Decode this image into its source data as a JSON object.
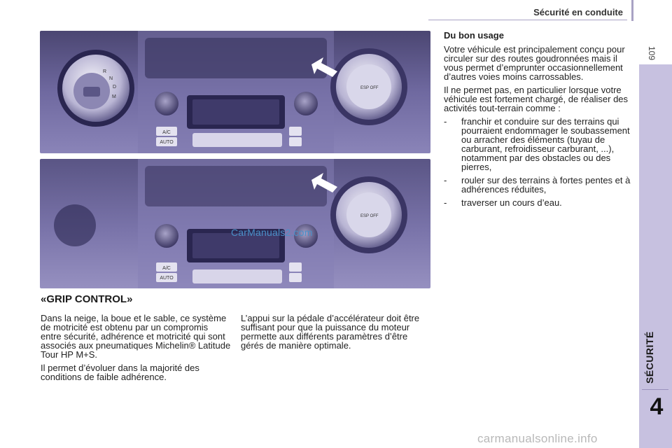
{
  "header": {
    "title": "Sécurité en conduite",
    "page_number": "109"
  },
  "sidebar": {
    "section_label": "SÉCURITÉ",
    "chapter_number": "4"
  },
  "section": {
    "title": "«GRIP CONTROL»"
  },
  "left_column": {
    "paragraphs": [
      "Dans la neige, la boue et le sable, ce système de motricité est obtenu par un compromis entre sécurité, adhérence et motricité qui sont associés aux pneumatiques Michelin® Latitude Tour HP M+S.",
      "Il permet d’évoluer dans la majorité des conditions de faible adhérence."
    ]
  },
  "middle_column": {
    "paragraphs": [
      "L’appui sur la pédale d’accélérateur doit être suffisant pour que la puissance du moteur permette aux différents paramètres d’être gérés de manière optimale."
    ]
  },
  "right_column": {
    "heading": "Du bon usage",
    "paragraphs": [
      "Votre véhicule est principalement conçu pour circuler sur des routes goudronnées mais il vous permet d’emprunter occasionnellement d’autres voies moins carrossables.",
      "Il ne permet pas, en particulier lorsque votre véhicule est fortement chargé, de réaliser des activités tout-terrain comme :"
    ],
    "bullets": [
      "franchir et conduire sur des terrains qui pourraient endommager le soubassement ou arracher des éléments (tuyau de carburant, refroidisseur carburant, ...), notamment par des obstacles ou des pierres,",
      "rouler sur des terrains à fortes pentes et à adhérences réduites,",
      "traverser un cours d’eau."
    ],
    "bullet_marker": "-"
  },
  "figures": {
    "button_ac": "A/C",
    "button_auto": "AUTO",
    "dial_label": "ESP OFF",
    "gear_letters": [
      "R",
      "N",
      "D",
      "M"
    ]
  },
  "watermarks": {
    "middle": "CarManuals2.com",
    "bottom": "carmanualsonline.info"
  },
  "colors": {
    "sidebar": "#c7c1e0",
    "accent": "#a9a2c4",
    "figure_bg": "#6c6694"
  }
}
